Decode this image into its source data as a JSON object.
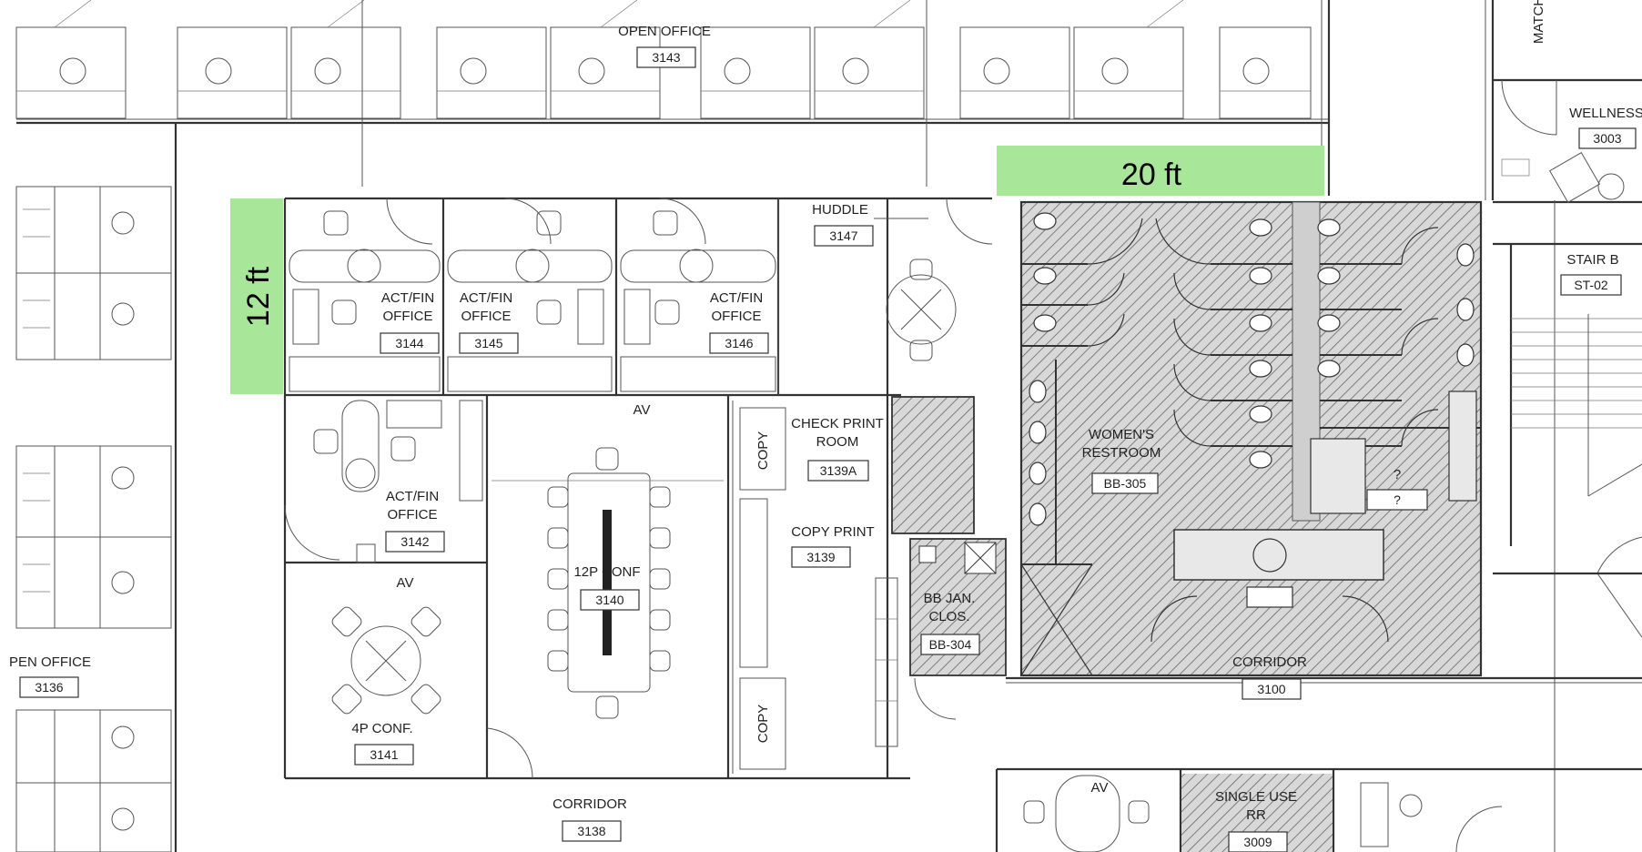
{
  "dimensions": {
    "width_label": "20 ft",
    "height_label": "12 ft",
    "highlight_color": "#a8e69a"
  },
  "rooms": {
    "r3143": {
      "name": "OPEN OFFICE",
      "number": "3143"
    },
    "r3003": {
      "name": "WELLNESS",
      "number": "3003"
    },
    "match": {
      "name": "MATCH"
    },
    "r3147": {
      "name": "HUDDLE",
      "number": "3147"
    },
    "r3144": {
      "name1": "ACT/FIN",
      "name2": "OFFICE",
      "number": "3144"
    },
    "r3145": {
      "name1": "ACT/FIN",
      "name2": "OFFICE",
      "number": "3145"
    },
    "r3146": {
      "name1": "ACT/FIN",
      "name2": "OFFICE",
      "number": "3146"
    },
    "stair": {
      "name": "STAIR B",
      "number": "ST-02"
    },
    "r3142": {
      "name1": "ACT/FIN",
      "name2": "OFFICE",
      "number": "3142"
    },
    "r3139a": {
      "name1": "CHECK PRINT",
      "name2": "ROOM",
      "number": "3139A"
    },
    "r3139": {
      "name": "COPY PRINT",
      "number": "3139"
    },
    "r3140": {
      "name": "12P CONF",
      "number": "3140"
    },
    "bb305": {
      "name1": "WOMEN'S",
      "name2": "RESTROOM",
      "number": "BB-305"
    },
    "bb304": {
      "name1": "BB JAN.",
      "name2": "CLOS.",
      "number": "BB-304"
    },
    "r3136": {
      "name": "PEN OFFICE",
      "number": "3136"
    },
    "r3141": {
      "name": "4P CONF.",
      "number": "3141"
    },
    "r3100": {
      "name": "CORRIDOR",
      "number": "3100"
    },
    "r3138": {
      "name": "CORRIDOR",
      "number": "3138"
    },
    "r3009": {
      "name1": "SINGLE USE",
      "name2": "RR",
      "number": "3009"
    }
  },
  "tags": {
    "av": "AV",
    "copy": "COPY",
    "unknown": "?"
  }
}
